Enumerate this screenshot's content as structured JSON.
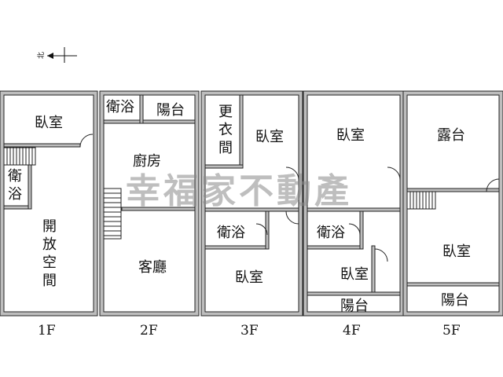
{
  "compass": {
    "label": "北"
  },
  "watermark": "幸福家不動產",
  "floors": [
    {
      "label": "1F",
      "rooms": [
        {
          "name": "臥室"
        },
        {
          "name": "衛浴"
        },
        {
          "name": "開放空間"
        }
      ]
    },
    {
      "label": "2F",
      "rooms": [
        {
          "name": "衛浴"
        },
        {
          "name": "陽台"
        },
        {
          "name": "廚房"
        },
        {
          "name": "客廳"
        }
      ]
    },
    {
      "label": "3F",
      "rooms": [
        {
          "name": "更衣間"
        },
        {
          "name": "臥室"
        },
        {
          "name": "衛浴"
        },
        {
          "name": "臥室"
        }
      ]
    },
    {
      "label": "4F",
      "rooms": [
        {
          "name": "臥室"
        },
        {
          "name": "衛浴"
        },
        {
          "name": "臥室"
        },
        {
          "name": "陽台"
        }
      ]
    },
    {
      "label": "5F",
      "rooms": [
        {
          "name": "露台"
        },
        {
          "name": "臥室"
        },
        {
          "name": "陽台"
        }
      ]
    }
  ]
}
